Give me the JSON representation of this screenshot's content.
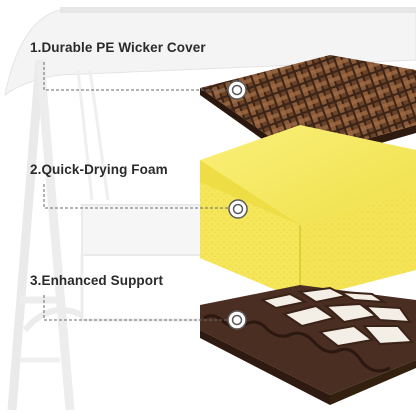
{
  "callouts": [
    {
      "label": "1.Durable PE Wicker Cover"
    },
    {
      "label": "2.Quick-Drying Foam"
    },
    {
      "label": "3.Enhanced Support"
    }
  ],
  "colors": {
    "wicker_dark": "#3b2418",
    "wicker_light": "#8a5a38",
    "foam_yellow": "#f2e24a",
    "foam_shadow": "#c9b825",
    "support_frame": "#4a2e22",
    "support_tile": "#f4efe6",
    "swing_frame": "#ececec",
    "leader_line": "#6a6a6a"
  },
  "icons": [
    "target-dot-icon",
    "target-dot-icon",
    "target-dot-icon"
  ]
}
